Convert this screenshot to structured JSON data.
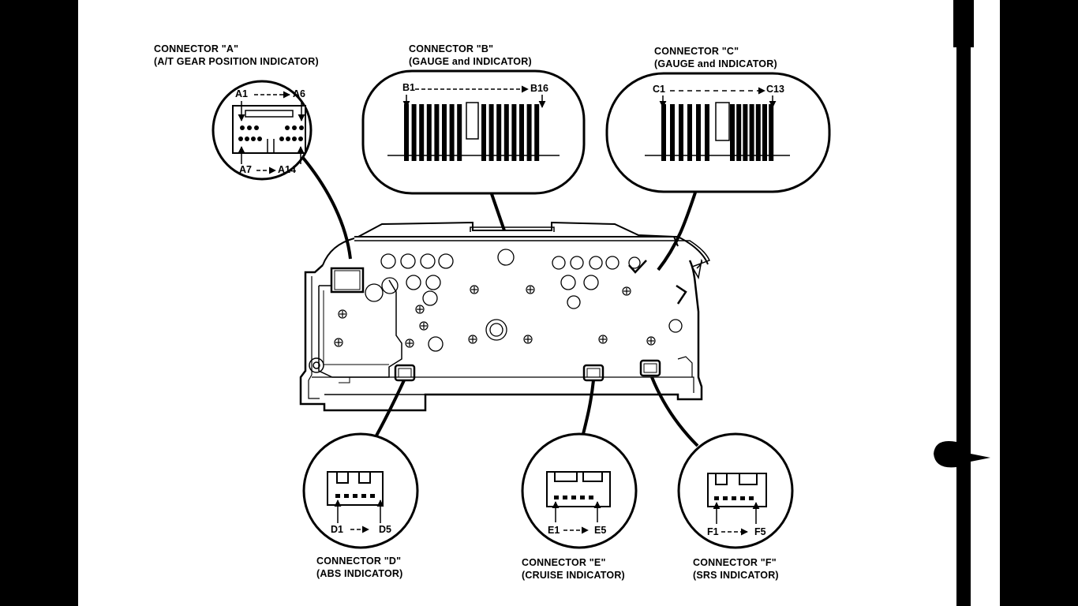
{
  "connectors": {
    "a": {
      "title": "CONNECTOR \"A\"",
      "desc": "(A/T GEAR POSITION INDICATOR)",
      "pin_first_top": "A1",
      "pin_last_top": "A6",
      "pin_first_bottom": "A7",
      "pin_last_bottom": "A14"
    },
    "b": {
      "title": "CONNECTOR \"B\"",
      "desc": "(GAUGE and INDICATOR)",
      "pin_first": "B1",
      "pin_last": "B16"
    },
    "c": {
      "title": "CONNECTOR \"C\"",
      "desc": "(GAUGE and INDICATOR)",
      "pin_first": "C1",
      "pin_last": "C13"
    },
    "d": {
      "title": "CONNECTOR \"D\"",
      "desc": "(ABS INDICATOR)",
      "pin_first": "D1",
      "pin_last": "D5"
    },
    "e": {
      "title": "CONNECTOR \"E\"",
      "desc": "(CRUISE INDICATOR)",
      "pin_first": "E1",
      "pin_last": "E5"
    },
    "f": {
      "title": "CONNECTOR \"F\"",
      "desc": "(SRS INDICATOR)",
      "pin_first": "F1",
      "pin_last": "F5"
    }
  }
}
